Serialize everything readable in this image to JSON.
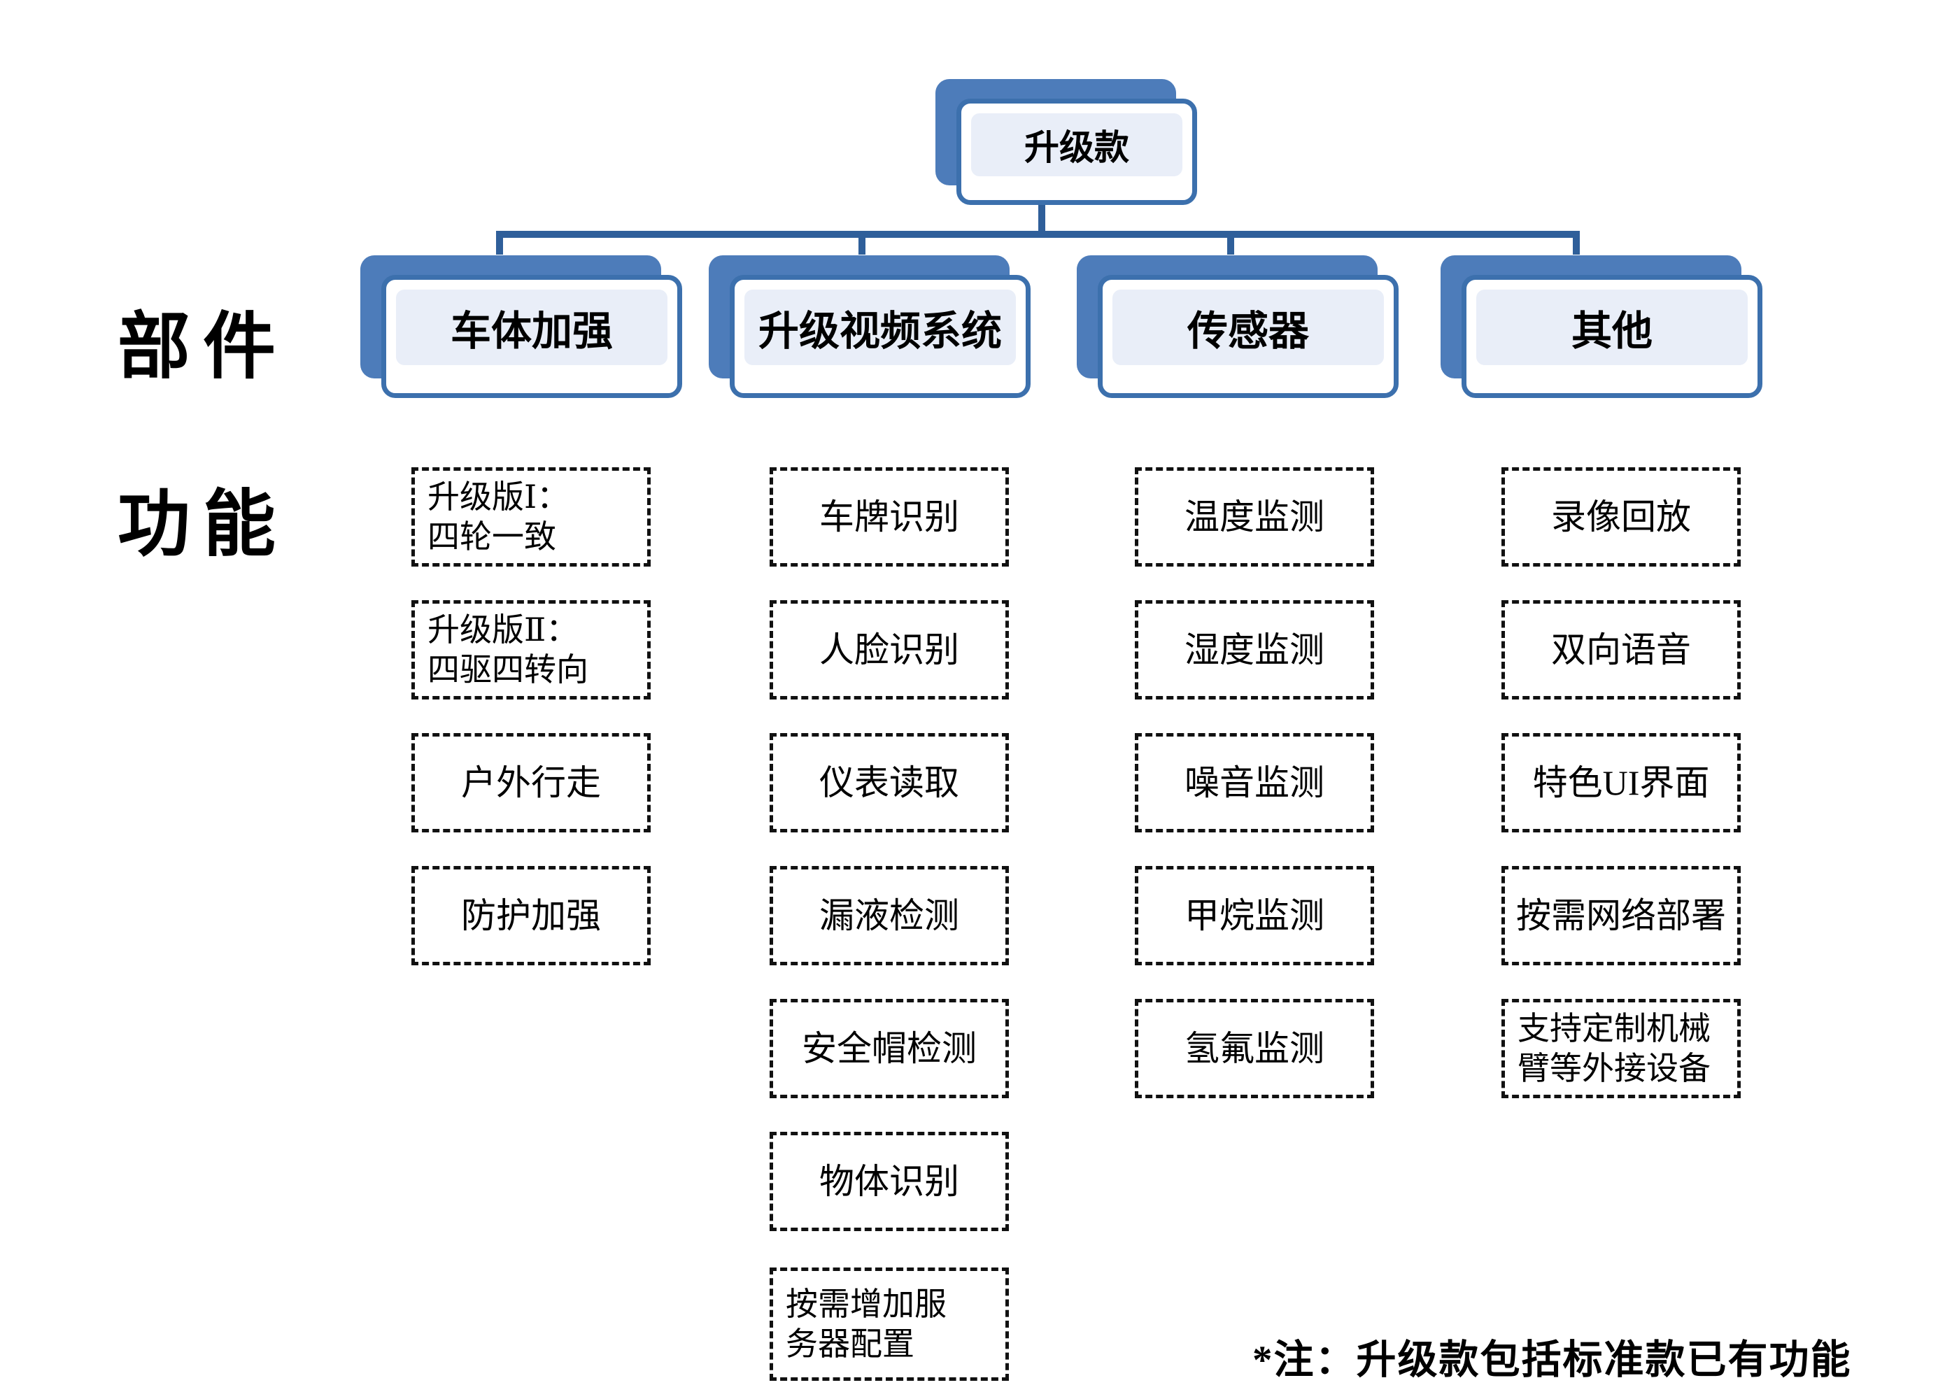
{
  "axis_labels": {
    "components": "部件",
    "functions": "功能"
  },
  "root": {
    "label": "升级款"
  },
  "branches": [
    {
      "id": "body-reinforcement",
      "label": "车体加强",
      "items": [
        {
          "lines": [
            "升级版Ⅰ：",
            "四轮一致"
          ]
        },
        {
          "lines": [
            "升级版Ⅱ：",
            "四驱四转向"
          ]
        },
        {
          "lines": [
            "户外行走"
          ]
        },
        {
          "lines": [
            "防护加强"
          ]
        }
      ]
    },
    {
      "id": "upgraded-video-system",
      "label": "升级视频系统",
      "items": [
        {
          "lines": [
            "车牌识别"
          ]
        },
        {
          "lines": [
            "人脸识别"
          ]
        },
        {
          "lines": [
            "仪表读取"
          ]
        },
        {
          "lines": [
            "漏液检测"
          ]
        },
        {
          "lines": [
            "安全帽检测"
          ]
        },
        {
          "lines": [
            "物体识别"
          ]
        },
        {
          "lines": [
            "按需增加服",
            "务器配置"
          ]
        }
      ]
    },
    {
      "id": "sensors",
      "label": "传感器",
      "items": [
        {
          "lines": [
            "温度监测"
          ]
        },
        {
          "lines": [
            "湿度监测"
          ]
        },
        {
          "lines": [
            "噪音监测"
          ]
        },
        {
          "lines": [
            "甲烷监测"
          ]
        },
        {
          "lines": [
            "氢氟监测"
          ]
        }
      ]
    },
    {
      "id": "other",
      "label": "其他",
      "items": [
        {
          "lines": [
            "录像回放"
          ]
        },
        {
          "lines": [
            "双向语音"
          ]
        },
        {
          "lines": [
            "特色UI界面"
          ]
        },
        {
          "lines": [
            "按需网络部署"
          ]
        },
        {
          "lines": [
            "支持定制机械",
            "臂等外接设备"
          ]
        }
      ]
    }
  ],
  "footnote": "*注：升级款包括标准款已有功能",
  "colors": {
    "node_shadow": "#4d7cba",
    "node_border": "#3c70ad",
    "node_panel": "#e9eef8",
    "connector": "#2f5f9a",
    "dashed_border": "#111111",
    "text": "#000000",
    "background": "#ffffff"
  }
}
